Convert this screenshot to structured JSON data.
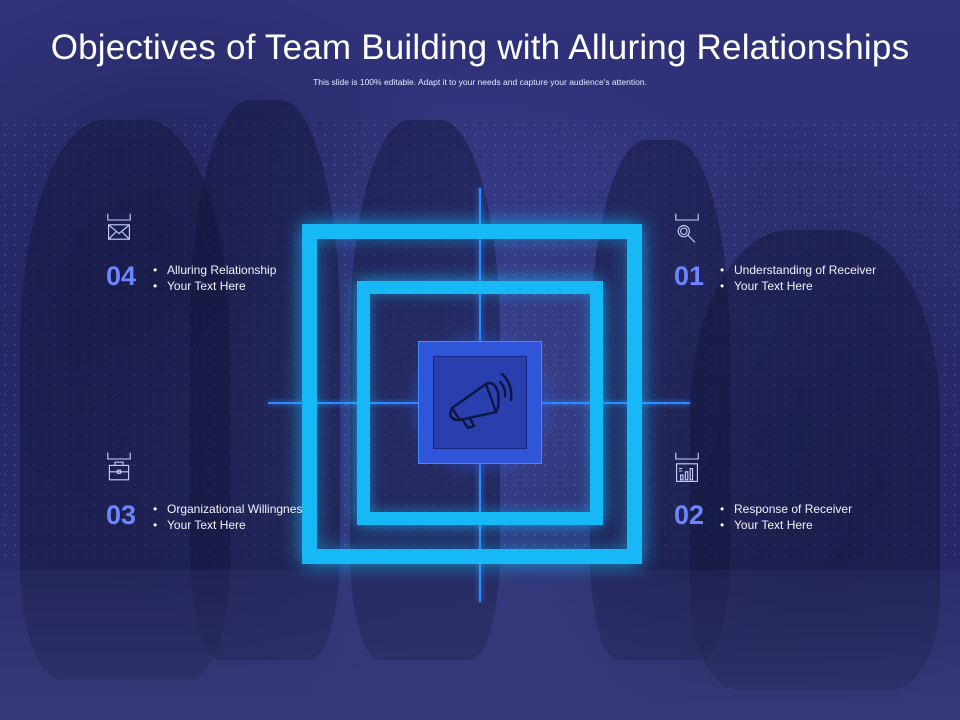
{
  "title": "Objectives  of Team Building with Alluring Relationships",
  "subtitle": "This slide is 100% editable. Adapt it to your needs and capture your audience's attention.",
  "center": {
    "icon": "megaphone-icon"
  },
  "items": [
    {
      "number": "04",
      "icon": "envelope-icon",
      "line1": "Alluring Relationship",
      "line2": "Your Text Here"
    },
    {
      "number": "01",
      "icon": "magnifier-icon",
      "line1": "Understanding of Receiver",
      "line2": "Your Text Here"
    },
    {
      "number": "03",
      "icon": "briefcase-icon",
      "line1": "Organizational Willingness",
      "line2": "Your Text Here"
    },
    {
      "number": "02",
      "icon": "bar-chart-icon",
      "line1": "Response of Receiver",
      "line2": "Your Text Here"
    }
  ],
  "colors": {
    "accent": "#16b9f6",
    "number": "#6d86ff",
    "background": "#2b2d6e"
  }
}
